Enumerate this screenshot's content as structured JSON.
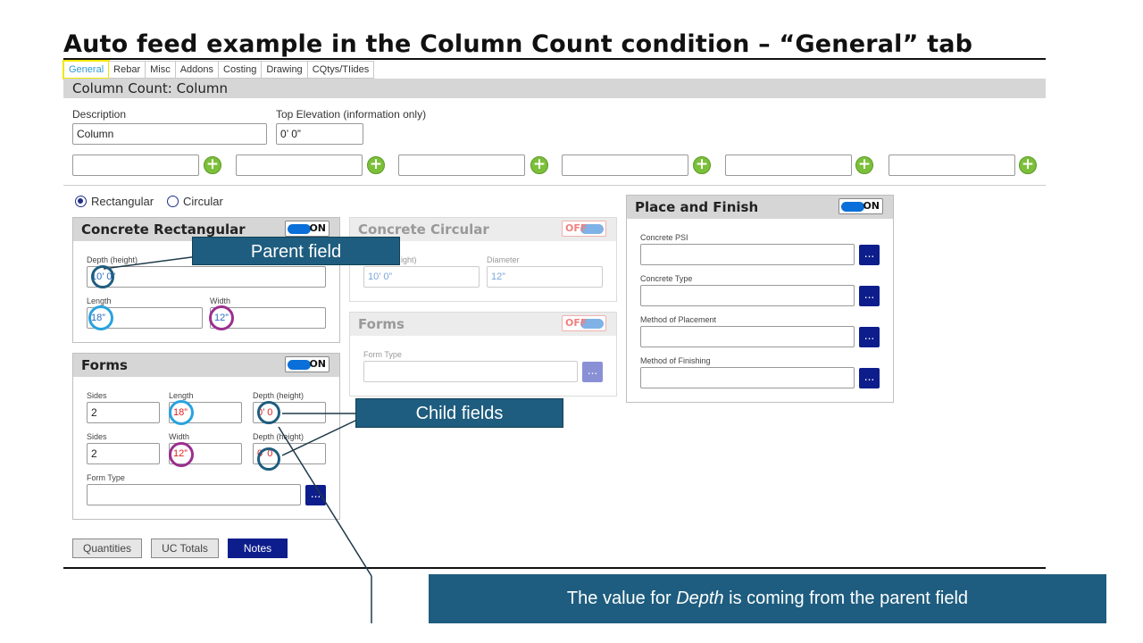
{
  "slide": {
    "title": "Auto feed example in the Column Count condition – “General” tab"
  },
  "tabs": [
    "General",
    "Rebar",
    "Misc",
    "Addons",
    "Costing",
    "Drawing",
    "CQtys/TIides"
  ],
  "condition_bar": "Column Count: Column",
  "description": {
    "label": "Description",
    "value": "Column"
  },
  "top_elevation": {
    "label": "Top Elevation (information only)",
    "value": "0’ 0”"
  },
  "shape": {
    "rectangular": "Rectangular",
    "circular": "Circular",
    "selected": "rectangular"
  },
  "concrete_rect": {
    "title": "Concrete Rectangular",
    "toggle": "ON",
    "depth_label": "Depth (height)",
    "depth_value": "10’ 0”",
    "length_label": "Length",
    "length_value": "18”",
    "width_label": "Width",
    "width_value": "12”"
  },
  "concrete_circ": {
    "title": "Concrete Circular",
    "toggle": "OFF",
    "depth_label": "ight)",
    "depth_value": "10’ 0”",
    "diameter_label": "Diameter",
    "diameter_value": "12”"
  },
  "forms_circ": {
    "title": "Forms",
    "toggle": "OFF",
    "form_type_label": "Form Type",
    "dots": "..."
  },
  "forms_rect": {
    "title": "Forms",
    "toggle": "ON",
    "sides_label": "Sides",
    "length_label": "Length",
    "width_label": "Width",
    "depth_label": "Depth (height)",
    "depth_label2": "Depth (height)",
    "sides1": "2",
    "sides2": "2",
    "length_value": "18”",
    "width_value": "12”",
    "depth1": "0’ 0",
    "depth2": "0’ 0",
    "form_type_label": "Form Type",
    "dots": "..."
  },
  "place_finish": {
    "title": "Place and Finish",
    "toggle": "ON",
    "fields": [
      "Concrete PSI",
      "Concrete Type",
      "Method of Placement",
      "Method of Finishing"
    ],
    "dots": "..."
  },
  "buttons": {
    "quantities": "Quantities",
    "uc_totals": "UC Totals",
    "notes": "Notes"
  },
  "callouts": {
    "parent": "Parent field",
    "child": "Child fields",
    "footer_pre": "The value for ",
    "footer_em": "Depth",
    "footer_post": " is coming from the parent field"
  },
  "colors": {
    "callout_bg": "#1e5d7f",
    "accent_blue": "#0a6fd8",
    "highlight_yellow": "#f2e600",
    "plus_green": "#7cbf3a",
    "circle_navy": "#1e5d7f",
    "circle_cyan": "#29a3dc",
    "circle_purple": "#9b2f8f",
    "child_value_red": "#e02020"
  }
}
